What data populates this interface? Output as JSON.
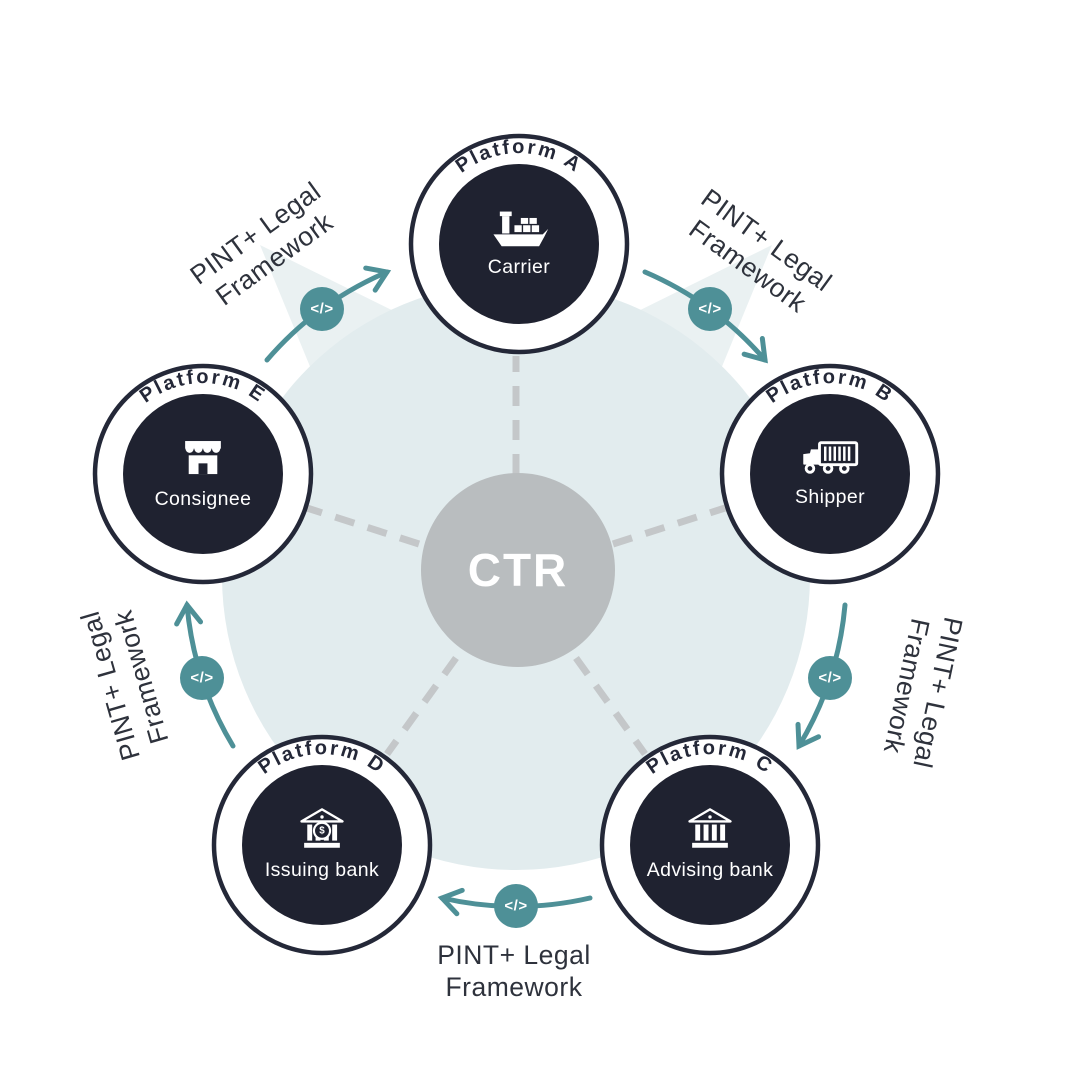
{
  "center": {
    "label": "CTR"
  },
  "nodes": [
    {
      "platform": "Platform A",
      "role": "Carrier",
      "icon": "ship-icon"
    },
    {
      "platform": "Platform B",
      "role": "Shipper",
      "icon": "truck-icon"
    },
    {
      "platform": "Platform C",
      "role": "Advising bank",
      "icon": "bank-icon"
    },
    {
      "platform": "Platform D",
      "role": "Issuing bank",
      "icon": "bank-dollar-icon",
      "icon_symbol": "$"
    },
    {
      "platform": "Platform E",
      "role": "Consignee",
      "icon": "storefront-icon"
    }
  ],
  "connections": [
    {
      "from": "Platform A",
      "to": "Platform B",
      "line1": "PINT+ Legal",
      "line2": "Framework",
      "badge": "</>"
    },
    {
      "from": "Platform B",
      "to": "Platform C",
      "line1": "PINT+ Legal",
      "line2": "Framework",
      "badge": "</>"
    },
    {
      "from": "Platform C",
      "to": "Platform D",
      "line1": "PINT+ Legal",
      "line2": "Framework",
      "badge": "</>"
    },
    {
      "from": "Platform D",
      "to": "Platform E",
      "line1": "PINT+ Legal",
      "line2": "Framework",
      "badge": "</>"
    },
    {
      "from": "Platform E",
      "to": "Platform A",
      "line1": "PINT+ Legal",
      "line2": "Framework",
      "badge": "</>"
    }
  ],
  "colors": {
    "navy": "#1F2230",
    "ring_stroke": "#242838",
    "teal": "#4E9097",
    "light_circle": "#E2ECEE",
    "light_wedge": "#EAF1F2",
    "center_gray": "#B9BDBF",
    "dash_gray": "#C4C7C9",
    "label_text": "#2E323C"
  }
}
